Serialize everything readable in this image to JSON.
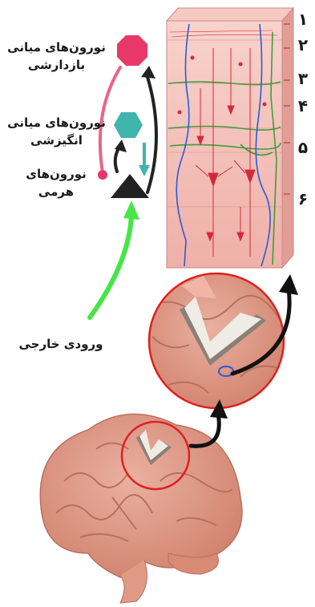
{
  "labels": {
    "inhibitory": "نورون‌های میانی بازدارشی",
    "excitatory": "نورون‌های میانی انگیزشی",
    "pyramidal": "نورون‌های هرمی",
    "external_input": "ورودی خارجی"
  },
  "layers": [
    "۱",
    "۲",
    "۳",
    "۴",
    "۵",
    "۶"
  ],
  "colors": {
    "inhibitory": "#e8386a",
    "excitatory": "#3fb5ad",
    "pyramidal": "#222222",
    "input_arrow": "#46e646",
    "inhibit_link": "#e8638a",
    "cortex_tissue": "#f3b9b3",
    "neuron_red": "#d6283a",
    "blood_blue": "#2a5bd6",
    "fiber_green": "#3f9d3a",
    "brain": "#e29a85",
    "highlight_circle": "#e02020"
  }
}
